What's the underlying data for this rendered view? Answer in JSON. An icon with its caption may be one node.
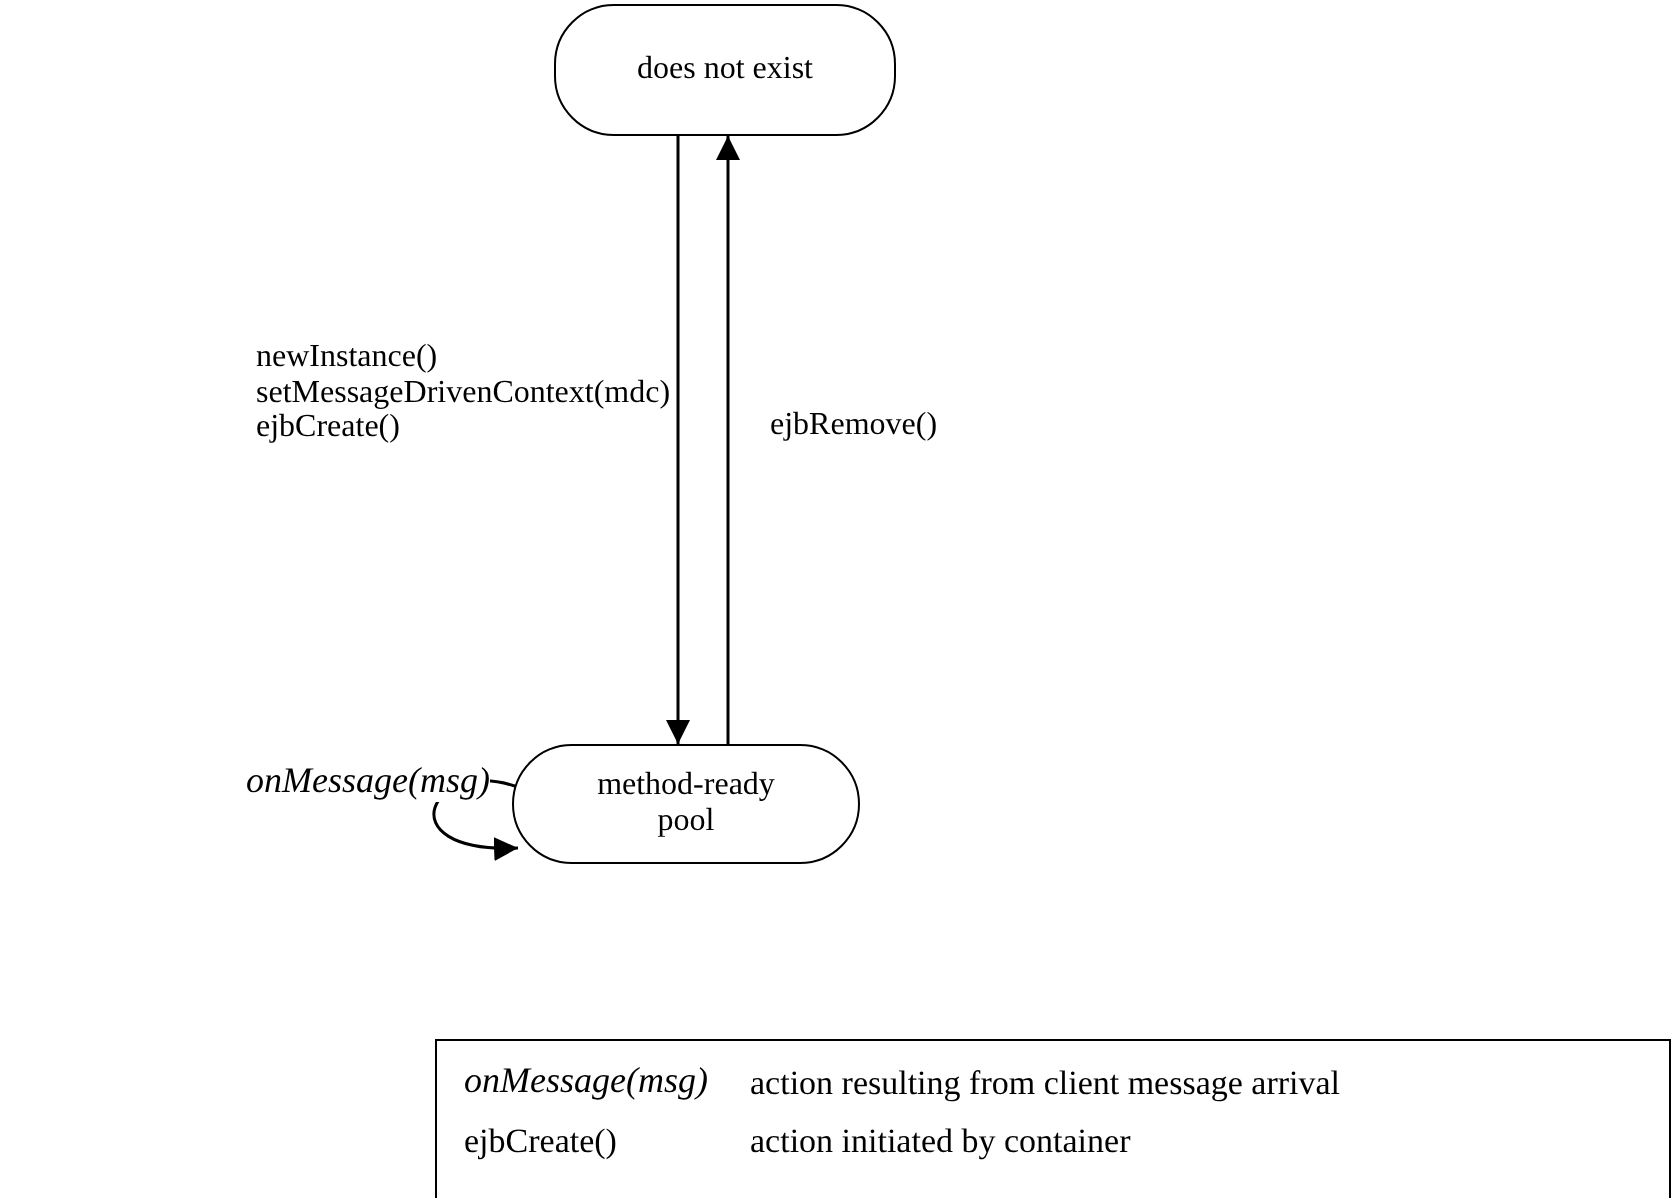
{
  "diagram": {
    "nodes": [
      {
        "text": [
          "does not exist"
        ]
      },
      {
        "text": [
          "method-ready pool"
        ]
      }
    ],
    "edges": [
      {
        "from": 0,
        "to": 1,
        "arrow": "to",
        "label": "newInstance() setMessageDrivenContext(mdc) ejbCreate()"
      },
      {
        "from": 1,
        "to": 0,
        "arrow": "to",
        "label": "ejbRemove()"
      },
      {
        "from": 1,
        "to": 1,
        "arrow": "to",
        "label": "onMessage(msg)"
      }
    ],
    "labels": [
      "onMessage(msg)",
      "action resulting from client message arrival",
      "ejbCreate()",
      "action initiated by container"
    ]
  }
}
